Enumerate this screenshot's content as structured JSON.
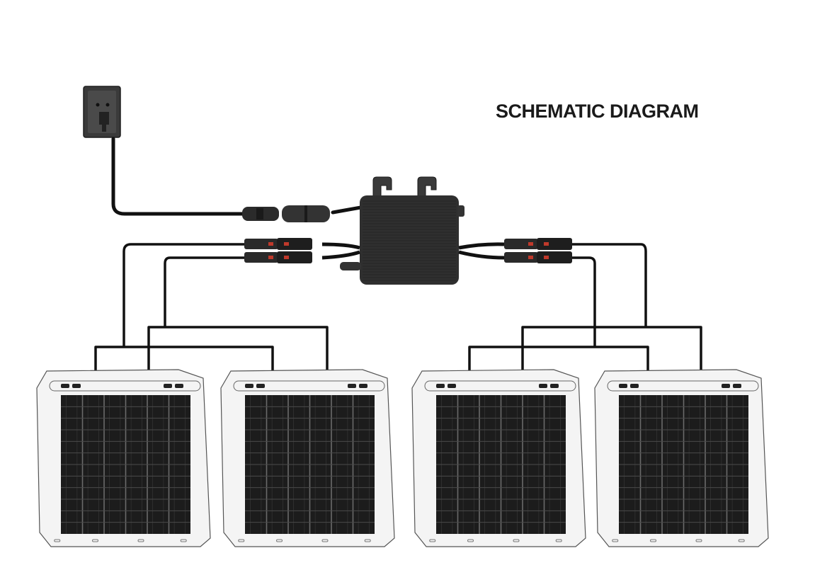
{
  "title": "SCHEMATIC DIAGRAM",
  "components": {
    "outlet": "wall-socket",
    "inverter": "micro-inverter",
    "panels": [
      "solar-panel-1",
      "solar-panel-2",
      "solar-panel-3",
      "solar-panel-4"
    ]
  },
  "colors": {
    "cable": "#111111",
    "inverter_body": "#2f2f2f",
    "panel_frame": "#f4f4f4",
    "panel_cells": "#1c1c1c",
    "connector_accent": "#c0392b",
    "title_text": "#1a1a1a"
  }
}
